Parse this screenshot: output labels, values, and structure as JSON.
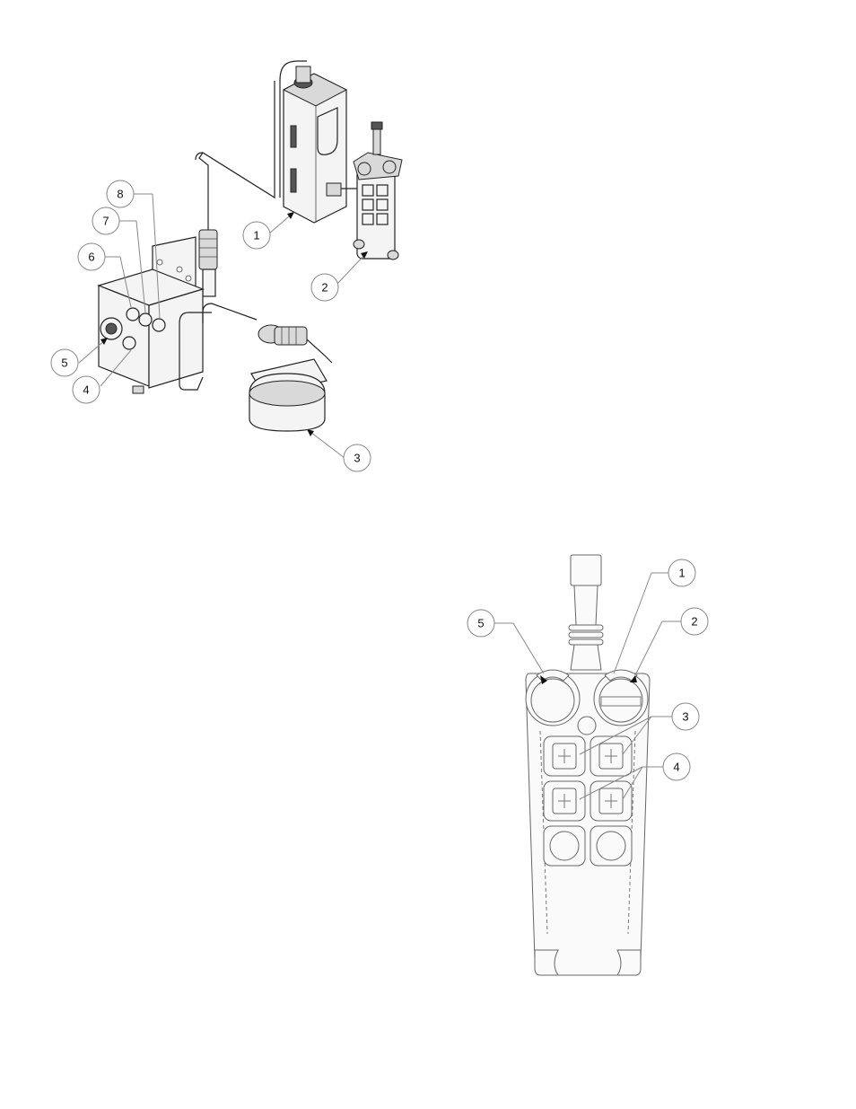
{
  "top_diagram": {
    "callouts": [
      "1",
      "2",
      "3",
      "4",
      "5",
      "6",
      "7",
      "8"
    ]
  },
  "bottom_diagram": {
    "callouts": [
      "1",
      "2",
      "3",
      "4",
      "5"
    ]
  }
}
